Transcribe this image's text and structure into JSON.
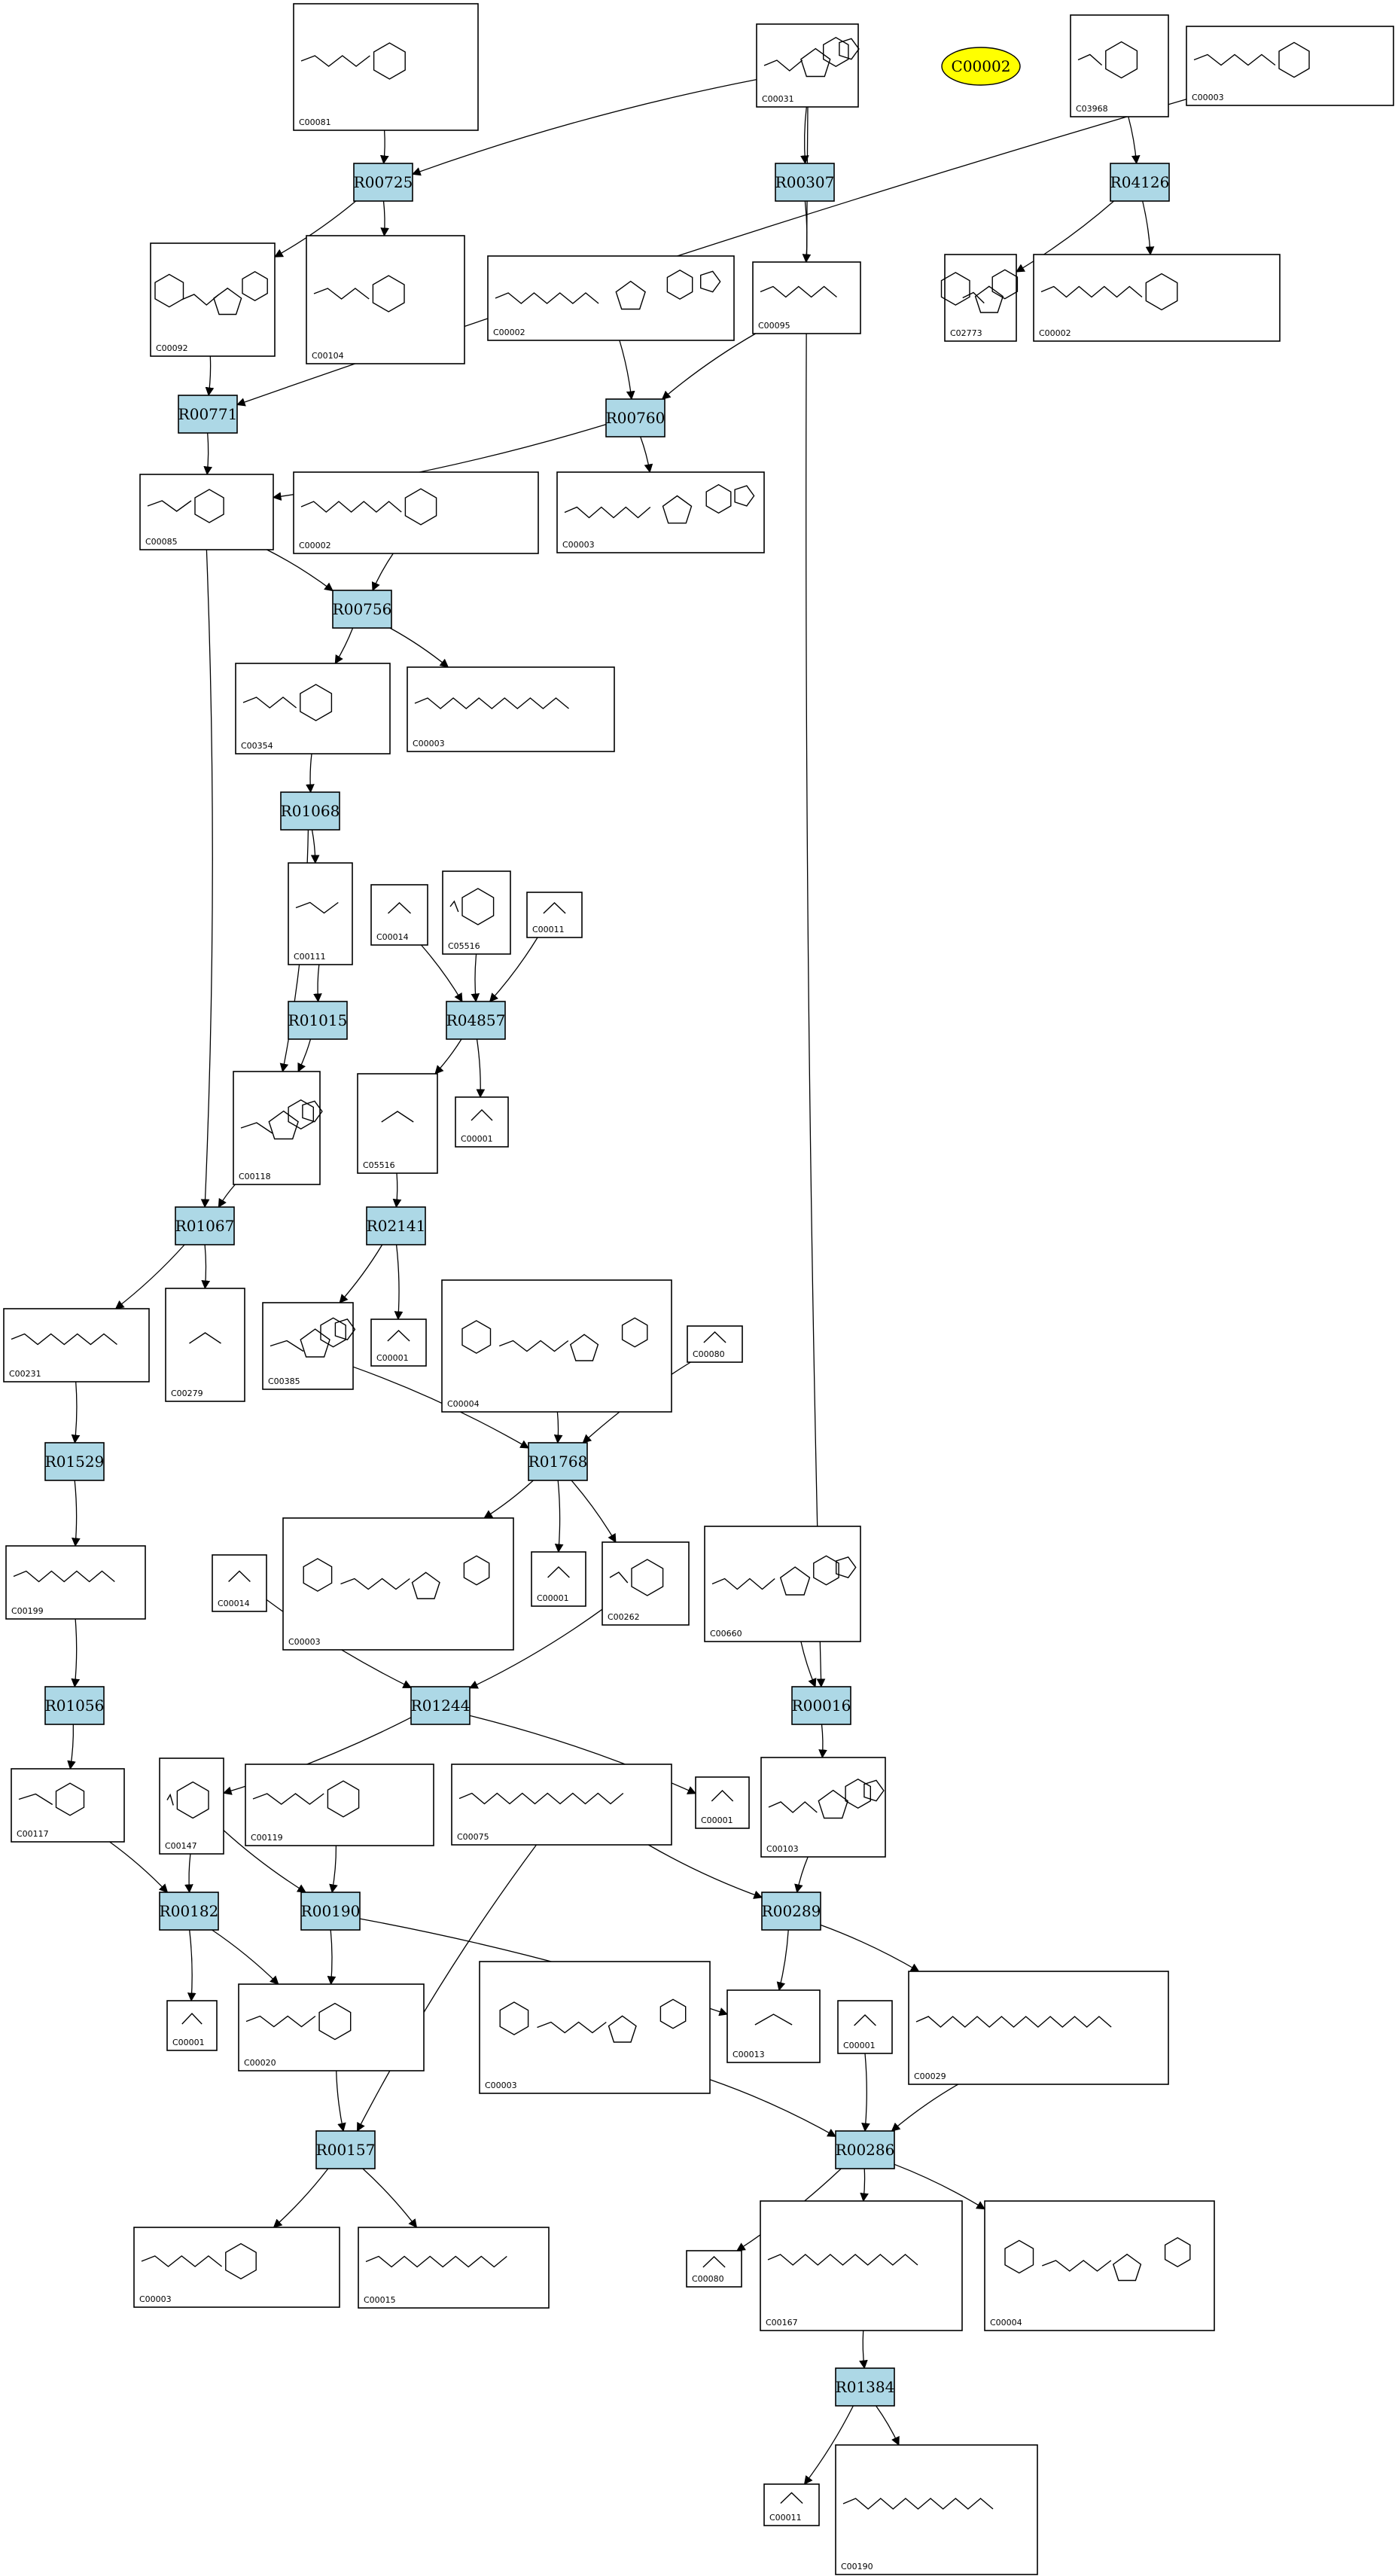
{
  "highlight": {
    "label": "C00002"
  },
  "reactions": [
    {
      "id": "R00725"
    },
    {
      "id": "R00307"
    },
    {
      "id": "R04126"
    },
    {
      "id": "R00771"
    },
    {
      "id": "R00760"
    },
    {
      "id": "R00756"
    },
    {
      "id": "R01068"
    },
    {
      "id": "R01015"
    },
    {
      "id": "R04857"
    },
    {
      "id": "R01067"
    },
    {
      "id": "R02141"
    },
    {
      "id": "R01529"
    },
    {
      "id": "R01768"
    },
    {
      "id": "R01056"
    },
    {
      "id": "R01244"
    },
    {
      "id": "R00016"
    },
    {
      "id": "R00182"
    },
    {
      "id": "R00190"
    },
    {
      "id": "R00289"
    },
    {
      "id": "R00157"
    },
    {
      "id": "R00286"
    },
    {
      "id": "R01384"
    }
  ],
  "compounds": [
    {
      "id": "C00081"
    },
    {
      "id": "C00031"
    },
    {
      "id": "C03968"
    },
    {
      "id": "C00003"
    },
    {
      "id": "C00092"
    },
    {
      "id": "C00104"
    },
    {
      "id": "C00002"
    },
    {
      "id": "C00095"
    },
    {
      "id": "C02773"
    },
    {
      "id": "C00002"
    },
    {
      "id": "C00085"
    },
    {
      "id": "C00002"
    },
    {
      "id": "C00003"
    },
    {
      "id": "C00354"
    },
    {
      "id": "C00003"
    },
    {
      "id": "C00111"
    },
    {
      "id": "C00014"
    },
    {
      "id": "C05516"
    },
    {
      "id": "C00011"
    },
    {
      "id": "C00118"
    },
    {
      "id": "C05516"
    },
    {
      "id": "C00001"
    },
    {
      "id": "C00231"
    },
    {
      "id": "C00279"
    },
    {
      "id": "C00385"
    },
    {
      "id": "C00001"
    },
    {
      "id": "C00004"
    },
    {
      "id": "C00080"
    },
    {
      "id": "C00199"
    },
    {
      "id": "C00014"
    },
    {
      "id": "C00003"
    },
    {
      "id": "C00001"
    },
    {
      "id": "C00262"
    },
    {
      "id": "C00660"
    },
    {
      "id": "C00117"
    },
    {
      "id": "C00147"
    },
    {
      "id": "C00119"
    },
    {
      "id": "C00075"
    },
    {
      "id": "C00001"
    },
    {
      "id": "C00103"
    },
    {
      "id": "C00001"
    },
    {
      "id": "C00020"
    },
    {
      "id": "C00003"
    },
    {
      "id": "C00013"
    },
    {
      "id": "C00001"
    },
    {
      "id": "C00029"
    },
    {
      "id": "C00003"
    },
    {
      "id": "C00015"
    },
    {
      "id": "C00080"
    },
    {
      "id": "C00167"
    },
    {
      "id": "C00004"
    },
    {
      "id": "C00011"
    },
    {
      "id": "C00190"
    }
  ]
}
